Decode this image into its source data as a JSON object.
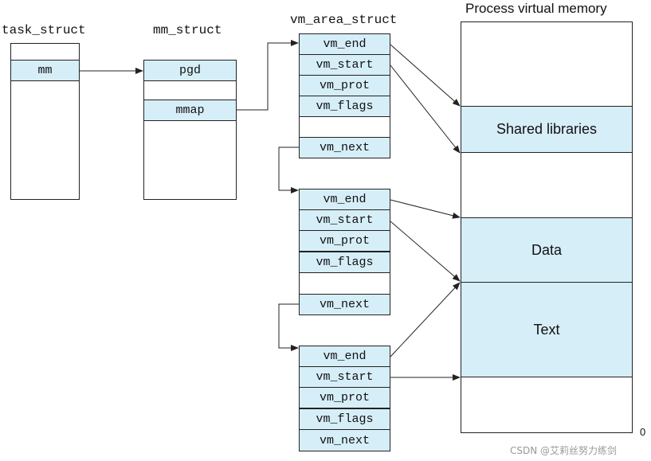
{
  "task_struct": {
    "title": "task_struct",
    "field": "mm"
  },
  "mm_struct": {
    "title": "mm_struct",
    "pgd": "pgd",
    "mmap": "mmap"
  },
  "vm_area_struct": {
    "title": "vm_area_struct",
    "fields": [
      "vm_end",
      "vm_start",
      "vm_prot",
      "vm_flags",
      "vm_next"
    ]
  },
  "memory": {
    "title": "Process virtual memory",
    "regions": [
      "Shared libraries",
      "Data",
      "Text"
    ],
    "zero_label": "0"
  },
  "watermark": "CSDN @艾莉丝努力练剑"
}
